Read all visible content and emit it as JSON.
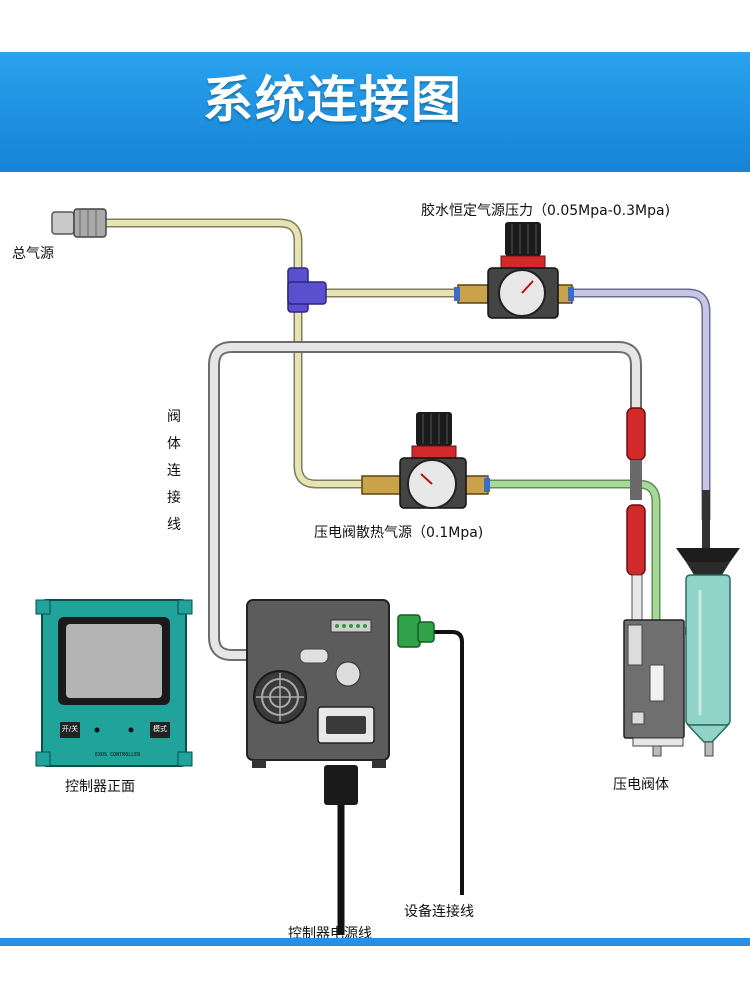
{
  "title": "系统连接图",
  "labels": {
    "main_air": "总气源",
    "glue_pressure": "胶水恒定气源压力（0.05Mpa-0.3Mpa)",
    "valve_cable": [
      "阀",
      "体",
      "连",
      "接",
      "线"
    ],
    "cooling_air": "压电阀散热气源（0.1Mpa)",
    "controller_front": "控制器正面",
    "valve_body": "压电阀体",
    "device_cable": "设备连接线",
    "power_cable": "控制器电源线"
  },
  "controller_front": {
    "panel_text": "EXOS CONTROLLER",
    "left_btn": "开/关",
    "right_btn": "模式"
  },
  "colors": {
    "banner": "#1f93e3",
    "controller_panel": "#1fa39a",
    "tee_fitting": "#5a4fcf",
    "tube_beige": "#e7e3b4",
    "tube_green": "#a9d99a",
    "tube_lavender": "#c8c6e6",
    "syringe": "#8fd3c9",
    "device_connector": "#2fa24a"
  }
}
